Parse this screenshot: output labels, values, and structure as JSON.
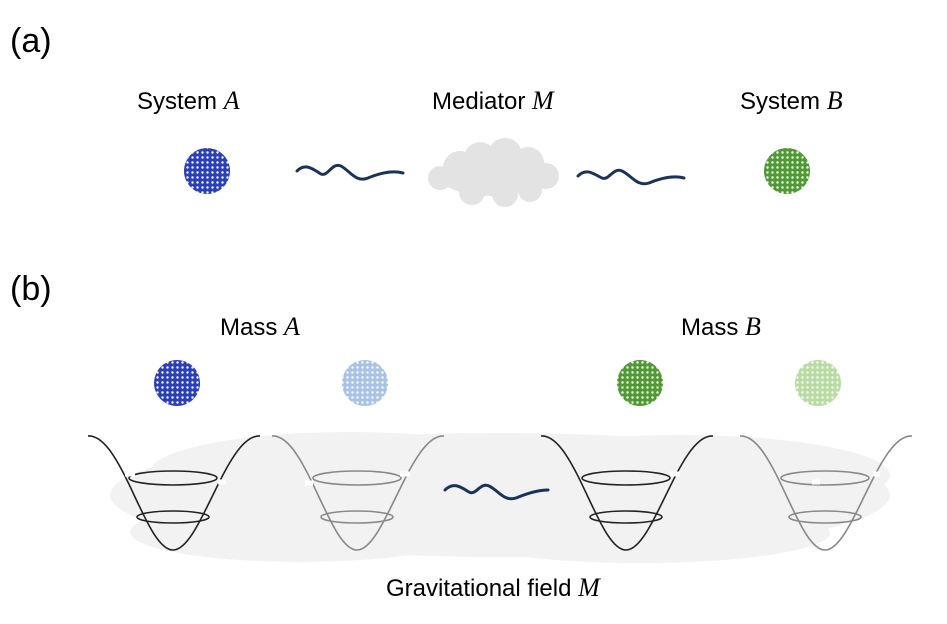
{
  "panel_a": {
    "tag": "(a)",
    "system_a": {
      "label": "System",
      "var": "A"
    },
    "mediator": {
      "label": "Mediator",
      "var": "M"
    },
    "system_b": {
      "label": "System",
      "var": "B"
    }
  },
  "panel_b": {
    "tag": "(b)",
    "mass_a": {
      "label": "Mass",
      "var": "A"
    },
    "mass_b": {
      "label": "Mass",
      "var": "B"
    },
    "field": {
      "label": "Gravitational field",
      "var": "M"
    }
  },
  "colors": {
    "blue": "#2a3fb8",
    "light_blue": "#a9c3e6",
    "green": "#4f9a32",
    "light_green": "#b6dca2",
    "wave": "#1b3358",
    "cloud": "#e3e3e3",
    "well_dark": "#222222",
    "well_light": "#888888"
  }
}
